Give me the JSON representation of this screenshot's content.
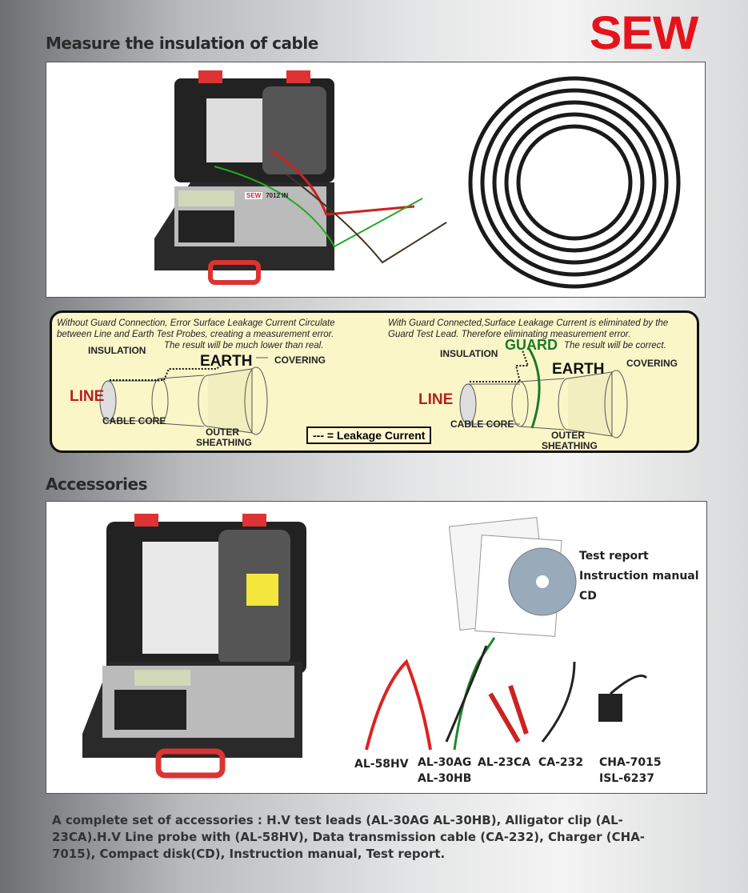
{
  "brand": "SEW",
  "section1": {
    "title": "Measure the insulation of cable",
    "model_label": "7012 IN"
  },
  "diagram": {
    "left": {
      "caption": "Without Guard Connection, Error Surface Leakage Current Circulate between Line and Earth Test Probes, creating a measurement error.",
      "caption2": "The result will be much lower than real.",
      "insulation": "INSULATION",
      "earth": "EARTH",
      "covering": "COVERING",
      "line": "LINE",
      "cable_core": "CABLE CORE",
      "outer1": "OUTER",
      "outer2": "SHEATHING"
    },
    "legend": "--- = Leakage Current",
    "right": {
      "caption": "With Guard Connected,Surface Leakage Current is eliminated by the Guard Test Lead. Therefore eliminating measurement error.",
      "guard": "GUARD",
      "caption2": "The result will be correct.",
      "insulation": "INSULATION",
      "earth": "EARTH",
      "covering": "COVERING",
      "line": "LINE",
      "cable_core": "CABLE CORE",
      "outer1": "OUTER",
      "outer2": "SHEATHING"
    }
  },
  "section2": {
    "title": "Accessories",
    "docs": [
      "Test report",
      "Instruction manual",
      "CD"
    ],
    "items": [
      "AL-58HV",
      "AL-30AG\nAL-30HB",
      "AL-23CA",
      "CA-232",
      "CHA-7015\nISL-6237"
    ]
  },
  "description": "A complete set of accessories : H.V test leads (AL-30AG AL-30HB), Alligator clip (AL-23CA).H.V Line probe with (AL-58HV), Data transmission cable (CA-232), Charger (CHA-7015), Compact disk(CD), Instruction manual, Test report."
}
